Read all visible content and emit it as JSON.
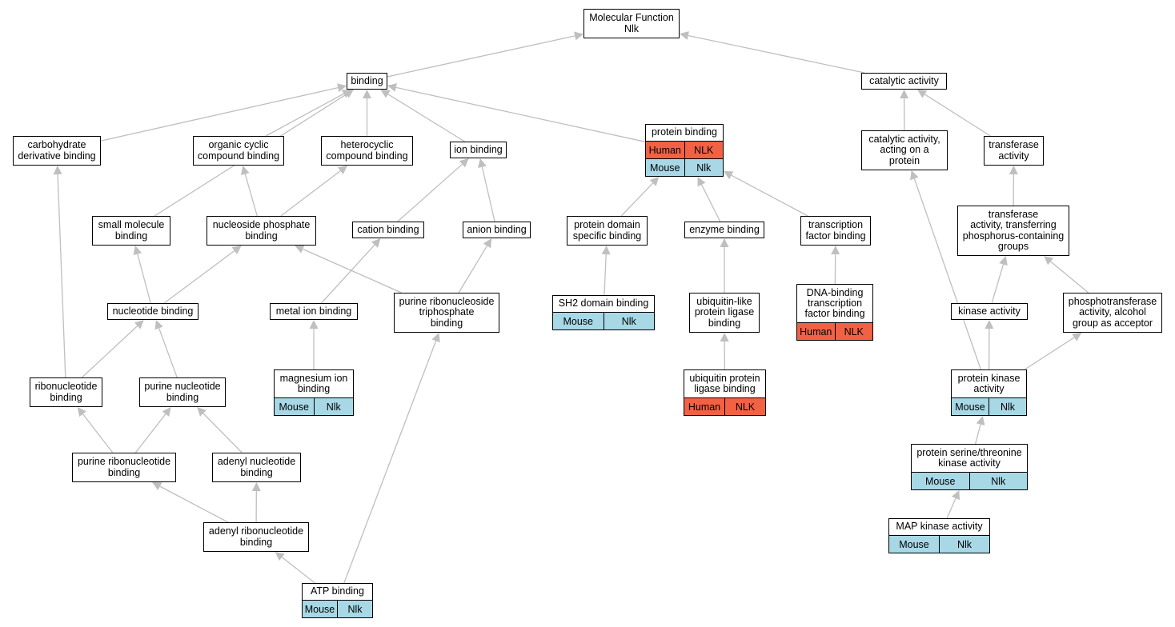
{
  "colors": {
    "edge": "#bfbfbf",
    "human": "#f26144",
    "mouse": "#a8d8e6",
    "node_border": "#000000",
    "node_fill": "#ffffff"
  },
  "nodes": [
    {
      "id": "mf",
      "lines": [
        "Molecular Function",
        "Nlk"
      ]
    },
    {
      "id": "binding",
      "lines": [
        "binding"
      ]
    },
    {
      "id": "catalytic",
      "lines": [
        "catalytic activity"
      ]
    },
    {
      "id": "carb",
      "lines": [
        "carbohydrate",
        "derivative binding"
      ]
    },
    {
      "id": "organic",
      "lines": [
        "organic cyclic",
        "compound binding"
      ]
    },
    {
      "id": "hetero",
      "lines": [
        "heterocyclic",
        "compound binding"
      ]
    },
    {
      "id": "ion",
      "lines": [
        "ion binding"
      ]
    },
    {
      "id": "protbind",
      "lines": [
        "protein binding"
      ],
      "rows": [
        {
          "species": "Human",
          "gene": "NLK",
          "color": "human"
        },
        {
          "species": "Mouse",
          "gene": "Nlk",
          "color": "mouse"
        }
      ]
    },
    {
      "id": "catprot",
      "lines": [
        "catalytic activity,",
        "acting on a",
        "protein"
      ]
    },
    {
      "id": "transf",
      "lines": [
        "transferase",
        "activity"
      ]
    },
    {
      "id": "smallmol",
      "lines": [
        "small molecule",
        "binding"
      ]
    },
    {
      "id": "nucphos",
      "lines": [
        "nucleoside phosphate",
        "binding"
      ]
    },
    {
      "id": "cation",
      "lines": [
        "cation binding"
      ]
    },
    {
      "id": "anion",
      "lines": [
        "anion binding"
      ]
    },
    {
      "id": "pdomain",
      "lines": [
        "protein domain",
        "specific binding"
      ]
    },
    {
      "id": "enzyme",
      "lines": [
        "enzyme binding"
      ]
    },
    {
      "id": "tfbind",
      "lines": [
        "transcription",
        "factor binding"
      ]
    },
    {
      "id": "transfphos",
      "lines": [
        "transferase",
        "activity, transferring",
        "phosphorus-containing",
        "groups"
      ]
    },
    {
      "id": "nucleotide",
      "lines": [
        "nucleotide binding"
      ]
    },
    {
      "id": "metal",
      "lines": [
        "metal ion binding"
      ]
    },
    {
      "id": "purribtri",
      "lines": [
        "purine ribonucleoside",
        "triphosphate",
        "binding"
      ]
    },
    {
      "id": "sh2",
      "lines": [
        "SH2 domain binding"
      ],
      "rows": [
        {
          "species": "Mouse",
          "gene": "Nlk",
          "color": "mouse"
        }
      ]
    },
    {
      "id": "ubiqlike",
      "lines": [
        "ubiquitin-like",
        "protein ligase",
        "binding"
      ]
    },
    {
      "id": "dnabind",
      "lines": [
        "DNA-binding",
        "transcription",
        "factor binding"
      ],
      "rows": [
        {
          "species": "Human",
          "gene": "NLK",
          "color": "human"
        }
      ]
    },
    {
      "id": "kinase",
      "lines": [
        "kinase activity"
      ]
    },
    {
      "id": "phosalc",
      "lines": [
        "phosphotransferase",
        "activity, alcohol",
        "group as acceptor"
      ]
    },
    {
      "id": "ribonuc",
      "lines": [
        "ribonucleotide",
        "binding"
      ]
    },
    {
      "id": "purnuc",
      "lines": [
        "purine nucleotide",
        "binding"
      ]
    },
    {
      "id": "magnes",
      "lines": [
        "magnesium ion",
        "binding"
      ],
      "rows": [
        {
          "species": "Mouse",
          "gene": "Nlk",
          "color": "mouse"
        }
      ]
    },
    {
      "id": "ubiqprot",
      "lines": [
        "ubiquitin protein",
        "ligase binding"
      ],
      "rows": [
        {
          "species": "Human",
          "gene": "NLK",
          "color": "human"
        }
      ]
    },
    {
      "id": "protkin",
      "lines": [
        "protein kinase",
        "activity"
      ],
      "rows": [
        {
          "species": "Mouse",
          "gene": "Nlk",
          "color": "mouse"
        }
      ]
    },
    {
      "id": "purribnuc",
      "lines": [
        "purine ribonucleotide",
        "binding"
      ]
    },
    {
      "id": "adenyl",
      "lines": [
        "adenyl nucleotide",
        "binding"
      ]
    },
    {
      "id": "sertr",
      "lines": [
        "protein serine/threonine",
        "kinase activity"
      ],
      "rows": [
        {
          "species": "Mouse",
          "gene": "Nlk",
          "color": "mouse"
        }
      ]
    },
    {
      "id": "adenribo",
      "lines": [
        "adenyl ribonucleotide",
        "binding"
      ]
    },
    {
      "id": "mapk",
      "lines": [
        "MAP kinase activity"
      ],
      "rows": [
        {
          "species": "Mouse",
          "gene": "Nlk",
          "color": "mouse"
        }
      ]
    },
    {
      "id": "atp",
      "lines": [
        "ATP binding"
      ],
      "rows": [
        {
          "species": "Mouse",
          "gene": "Nlk",
          "color": "mouse"
        }
      ]
    }
  ],
  "edges": [
    {
      "from": "binding",
      "to": "mf"
    },
    {
      "from": "catalytic",
      "to": "mf"
    },
    {
      "from": "carb",
      "to": "binding"
    },
    {
      "from": "smallmol",
      "to": "binding"
    },
    {
      "from": "organic",
      "to": "binding"
    },
    {
      "from": "hetero",
      "to": "binding"
    },
    {
      "from": "ion",
      "to": "binding"
    },
    {
      "from": "protbind",
      "to": "binding"
    },
    {
      "from": "catprot",
      "to": "catalytic"
    },
    {
      "from": "transf",
      "to": "catalytic"
    },
    {
      "from": "nucphos",
      "to": "organic"
    },
    {
      "from": "nucphos",
      "to": "hetero"
    },
    {
      "from": "cation",
      "to": "ion"
    },
    {
      "from": "anion",
      "to": "ion"
    },
    {
      "from": "pdomain",
      "to": "protbind"
    },
    {
      "from": "enzyme",
      "to": "protbind"
    },
    {
      "from": "tfbind",
      "to": "protbind"
    },
    {
      "from": "transfphos",
      "to": "transf"
    },
    {
      "from": "nucleotide",
      "to": "smallmol"
    },
    {
      "from": "nucleotide",
      "to": "nucphos"
    },
    {
      "from": "purribtri",
      "to": "nucphos"
    },
    {
      "from": "metal",
      "to": "cation"
    },
    {
      "from": "purribtri",
      "to": "anion"
    },
    {
      "from": "sh2",
      "to": "pdomain"
    },
    {
      "from": "ubiqlike",
      "to": "enzyme"
    },
    {
      "from": "dnabind",
      "to": "tfbind"
    },
    {
      "from": "kinase",
      "to": "transfphos"
    },
    {
      "from": "phosalc",
      "to": "transfphos"
    },
    {
      "from": "ribonuc",
      "to": "carb"
    },
    {
      "from": "ribonuc",
      "to": "nucleotide"
    },
    {
      "from": "purnuc",
      "to": "nucleotide"
    },
    {
      "from": "magnes",
      "to": "metal"
    },
    {
      "from": "ubiqprot",
      "to": "ubiqlike"
    },
    {
      "from": "protkin",
      "to": "catprot"
    },
    {
      "from": "protkin",
      "to": "kinase"
    },
    {
      "from": "protkin",
      "to": "phosalc"
    },
    {
      "from": "purribnuc",
      "to": "ribonuc"
    },
    {
      "from": "purribnuc",
      "to": "purnuc"
    },
    {
      "from": "adenyl",
      "to": "purnuc"
    },
    {
      "from": "sertr",
      "to": "protkin"
    },
    {
      "from": "adenribo",
      "to": "purribnuc"
    },
    {
      "from": "adenribo",
      "to": "adenyl"
    },
    {
      "from": "mapk",
      "to": "sertr"
    },
    {
      "from": "atp",
      "to": "adenribo"
    },
    {
      "from": "atp",
      "to": "purribtri"
    }
  ]
}
